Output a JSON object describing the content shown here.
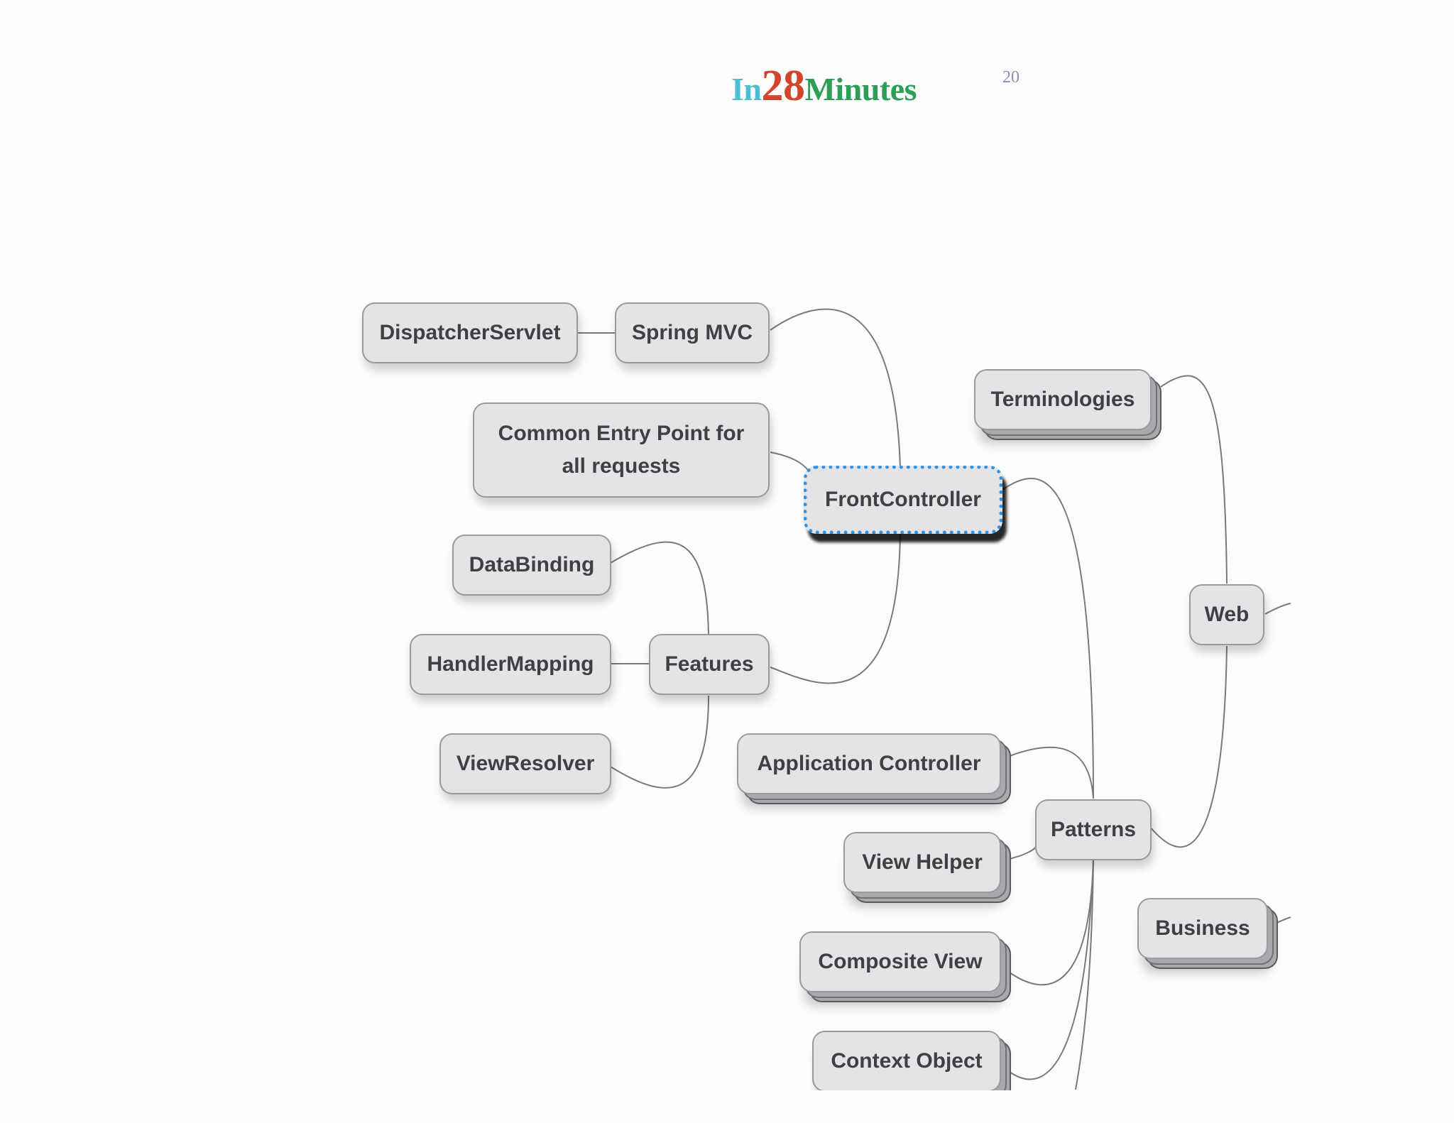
{
  "header": {
    "logo_part1": "In",
    "logo_part2": "28",
    "logo_part3": "Minutes",
    "page_number": "20"
  },
  "nodes": {
    "dispatcher_servlet": "DispatcherServlet",
    "spring_mvc": "Spring MVC",
    "common_entry_line1": "Common Entry Point for",
    "common_entry_line2": "all requests",
    "front_controller": "FrontController",
    "data_binding": "DataBinding",
    "handler_mapping": "HandlerMapping",
    "features": "Features",
    "view_resolver": "ViewResolver",
    "terminologies": "Terminologies",
    "web": "Web",
    "application_controller": "Application Controller",
    "patterns": "Patterns",
    "view_helper": "View Helper",
    "composite_view": "Composite View",
    "context_object": "Context Object",
    "business": "Business"
  },
  "colors": {
    "node_fill": "#e4e4e6",
    "node_border": "#9a9a9e",
    "selected_border": "#2f93e8",
    "connector": "#7a7a7e"
  }
}
